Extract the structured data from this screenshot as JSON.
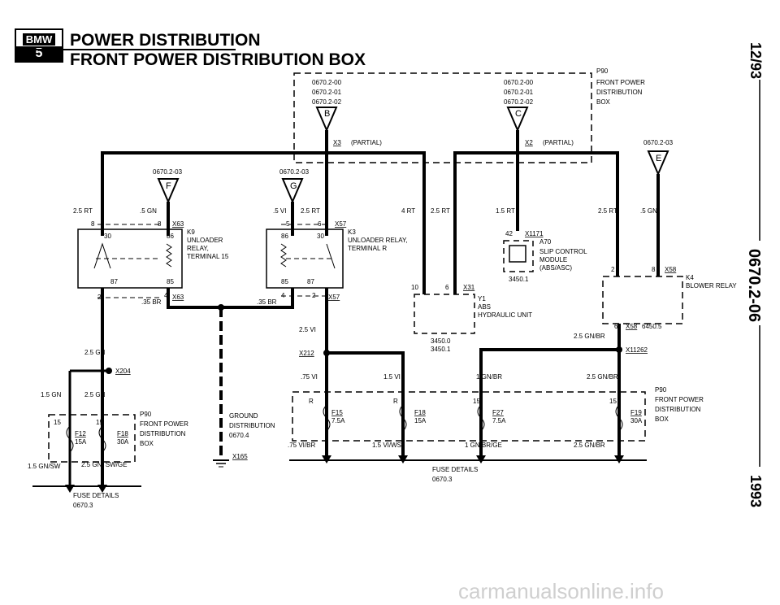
{
  "header": {
    "logo_top": "BMW",
    "logo_bottom": "5",
    "title": "POWER DISTRIBUTION",
    "subtitle": "FRONT POWER DISTRIBUTION BOX"
  },
  "side": {
    "date": "12/93",
    "doc": "0670.2-06",
    "year": "1993"
  },
  "watermark": "carmanualsonline.info",
  "p90_top": {
    "lines": [
      "P90",
      "FRONT POWER",
      "DISTRIBUTION",
      "BOX"
    ]
  },
  "conn_b": {
    "refs": [
      "0670.2-00",
      "0670.2-01",
      "0670.2-02"
    ],
    "letter": "B",
    "conn": "X3",
    "note": "(PARTIAL)"
  },
  "conn_c": {
    "refs": [
      "0670.2-00",
      "0670.2-01",
      "0670.2-02"
    ],
    "letter": "C",
    "conn": "X2",
    "note": "(PARTIAL)"
  },
  "conn_e": {
    "ref": "0670.2-03",
    "letter": "E"
  },
  "conn_f": {
    "ref": "0670.2-03",
    "letter": "F"
  },
  "conn_g": {
    "ref": "0670.2-03",
    "letter": "G"
  },
  "k9": {
    "conn": "X63",
    "name_lines": [
      "K9",
      "UNLOADER",
      "RELAY,",
      "TERMINAL 15"
    ],
    "pins": [
      "30",
      "86",
      "87",
      "85"
    ],
    "pin_top_left": "8",
    "pin_top_right": "8",
    "pin_bot_left": "2",
    "pin_bot_right": "4",
    "wire_top_left": "2.5 RT",
    "wire_top_right": ".5 GN",
    "wire_bot": ".35 BR"
  },
  "k3": {
    "conn": "X57",
    "name_lines": [
      "K3",
      "UNLOADER RELAY,",
      "TERMINAL R"
    ],
    "pins": [
      "86",
      "30",
      "85",
      "87"
    ],
    "pin_top_left": "5",
    "pin_top_right": "6",
    "pin_bot_left": "4",
    "pin_bot_right": "2",
    "wire_top_left": ".5 VI",
    "wire_top_right": "2.5 RT",
    "wire_bot": ".35 BR"
  },
  "abs": {
    "conn": "X31",
    "lines": [
      "Y1",
      "ABS",
      "HYDRAULIC UNIT"
    ],
    "pin_left": "10",
    "pin_right": "6",
    "refs": [
      "3450.0",
      "3450.1"
    ]
  },
  "a70": {
    "conn": "X1171",
    "pin": "42",
    "lines": [
      "A70",
      "SLIP CONTROL",
      "MODULE",
      "(ABS/ASC)"
    ],
    "ref": "3450.1"
  },
  "k4": {
    "conn": "X58",
    "lines": [
      "K4",
      "BLOWER RELAY"
    ],
    "pin_top_left": "2",
    "pin_top_right": "8",
    "pin_bot": "6",
    "conn_bot": "X58",
    "ref": "6450.5"
  },
  "wires": {
    "w4rt": "4 RT",
    "w25rt_mid": "2.5 RT",
    "w15rt": "1.5 RT",
    "w25rt_right": "2.5 RT",
    "w5gn_right": ".5 GN",
    "w25vi": "2.5 VI",
    "w75vi": ".75 VI",
    "w15vi": "1.5 VI",
    "w1gnbr": "1 GN/BR",
    "w25gnbr_a": "2.5 GN/BR",
    "w25gnbr_b": "2.5 GN/BR",
    "w25gn": "2.5 GN",
    "w15gn": "1.5 GN",
    "w25gn_b": "2.5 GN",
    "w15gnsw": "1.5 GN/SW",
    "w25gnswge": "2.5 GN/ SW/GE",
    "w75vibr": ".75 VI/BR",
    "w15viws": "1.5 VI/WS",
    "w1gnbrge": "1 GN/BR/GE",
    "w25gnbr_c": "2.5 GN/BR"
  },
  "splices": {
    "x204": "X204",
    "x212": "X212",
    "x11262": "X11262"
  },
  "ground": {
    "lines": [
      "GROUND",
      "DISTRIBUTION",
      "0670.4"
    ],
    "conn": "X165"
  },
  "fusebox_left": {
    "fuses": [
      {
        "pin": "15",
        "id": "F12",
        "rating": "15A"
      },
      {
        "pin": "15",
        "id": "F18",
        "rating": "30A"
      }
    ],
    "lines": [
      "P90",
      "FRONT POWER",
      "DISTRIBUTION",
      "BOX"
    ],
    "details": [
      "FUSE DETAILS",
      "0670.3"
    ]
  },
  "fusebox_right": {
    "fuses": [
      {
        "pin": "R",
        "id": "F15",
        "rating": "7.5A"
      },
      {
        "pin": "R",
        "id": "F18",
        "rating": "15A"
      },
      {
        "pin": "15",
        "id": "F27",
        "rating": "7.5A"
      },
      {
        "pin": "15",
        "id": "F19",
        "rating": "30A"
      }
    ],
    "lines": [
      "P90",
      "FRONT POWER",
      "DISTRIBUTION",
      "BOX"
    ],
    "details": [
      "FUSE DETAILS",
      "0670.3"
    ]
  }
}
